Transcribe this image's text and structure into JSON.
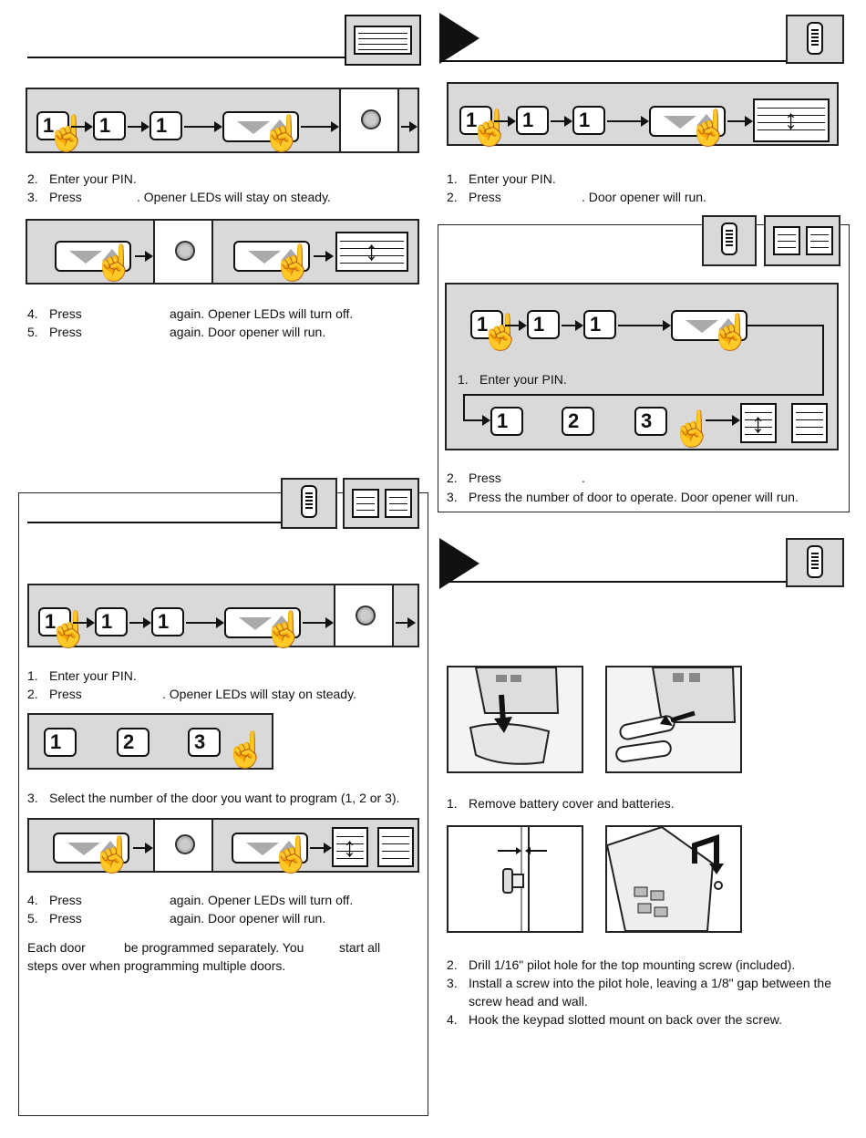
{
  "keys": {
    "one": "1",
    "two": "2",
    "three": "3"
  },
  "panel_a": {
    "step2": {
      "num": "2.",
      "text": "Enter your PIN."
    },
    "step3": {
      "num": "3.",
      "pre": "Press",
      "post": ". Opener LEDs will stay on steady."
    },
    "step4": {
      "num": "4.",
      "pre": "Press",
      "post": "again. Opener LEDs will turn off."
    },
    "step5": {
      "num": "5.",
      "pre": "Press",
      "post": "again. Door opener will run."
    }
  },
  "panel_b": {
    "step1": {
      "num": "1.",
      "text": "Enter your PIN."
    },
    "step2": {
      "num": "2.",
      "pre": "Press",
      "post": ". Door opener will run."
    }
  },
  "panel_c": {
    "step1": {
      "num": "1.",
      "text": "Enter your PIN."
    },
    "step2": {
      "num": "2.",
      "pre": "Press",
      "post": "."
    },
    "step3": {
      "num": "3.",
      "text": "Press the number of door to operate. Door opener will run."
    }
  },
  "panel_d": {
    "step1": {
      "num": "1.",
      "text": "Enter your PIN."
    },
    "step2": {
      "num": "2.",
      "pre": "Press",
      "post": ". Opener LEDs will stay on steady."
    },
    "step3": {
      "num": "3.",
      "text": "Select the number of the door you want to  program (1, 2 or 3)."
    },
    "step4": {
      "num": "4.",
      "pre": "Press",
      "post": "again. Opener LEDs will turn off."
    },
    "step5": {
      "num": "5.",
      "pre": "Press",
      "post": "again. Door opener will run."
    },
    "note_line1_a": "Each door",
    "note_line1_b": "be programmed separately. You",
    "note_line1_c": "start all",
    "note_line2": "steps over when programming multiple doors."
  },
  "panel_e": {
    "step1": {
      "num": "1.",
      "text": "Remove battery cover and batteries."
    },
    "step2": {
      "num": "2.",
      "text": "Drill 1/16\" pilot hole for the top mounting screw (included)."
    },
    "step3": {
      "num": "3.",
      "text": "Install a screw into the pilot hole, leaving a 1/8\" gap between the"
    },
    "step3b": "screw head and wall.",
    "step4": {
      "num": "4.",
      "text": "Hook the keypad slotted mount on back over the screw."
    }
  },
  "icons": {
    "press_hand": "pointing-hand-icon",
    "keypad": "keypad-icon",
    "opener_led": "led-light-icon",
    "garage_door": "garage-door-icon"
  }
}
